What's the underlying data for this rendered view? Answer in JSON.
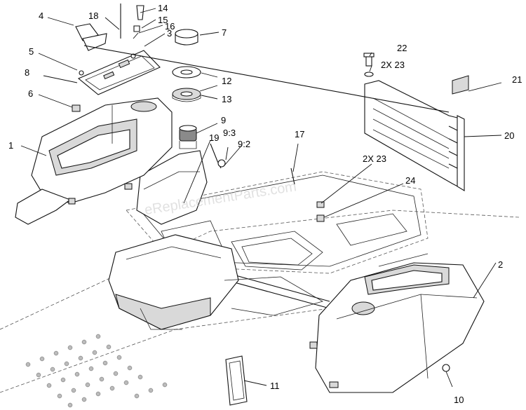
{
  "watermark": "eReplacementParts.com",
  "callouts": {
    "c1": "1",
    "c2": "2",
    "c3": "3",
    "c4": "4",
    "c5": "5",
    "c6": "6",
    "c7": "7",
    "c8": "8",
    "c9": "9",
    "c9_3": "9:3",
    "c9_2": "9:2",
    "c10": "10",
    "c11": "11",
    "c12": "12",
    "c13": "13",
    "c14": "14",
    "c15": "15",
    "c16": "16",
    "c17": "17",
    "c18": "18",
    "c19": "19",
    "c20": "20",
    "c21": "21",
    "c22": "22",
    "c23a": "2X 23",
    "c23b": "2X 23",
    "c24": "24"
  }
}
